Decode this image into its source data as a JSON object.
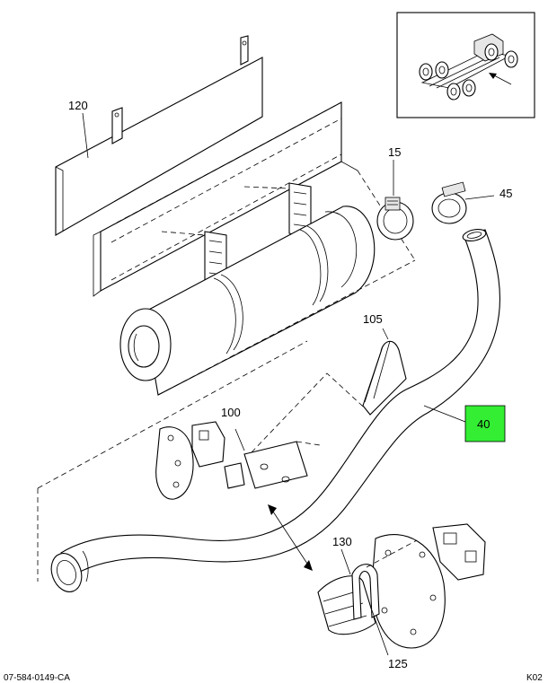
{
  "callouts": {
    "c120": "120",
    "c15": "15",
    "c45": "45",
    "c105": "105",
    "c100": "100",
    "c40": "40",
    "c130": "130",
    "c125": "125"
  },
  "highlight_color": "#33ee33",
  "footer": {
    "drawing_number": "07-584-0149-CA",
    "sheet_code": "K02"
  }
}
